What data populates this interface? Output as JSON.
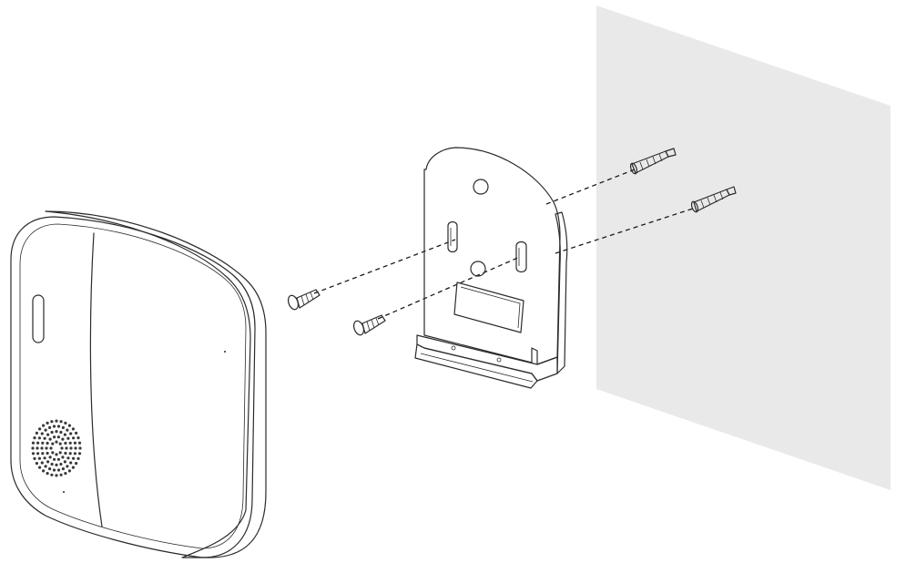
{
  "diagram": {
    "type": "exploded-assembly",
    "colors": {
      "wall": "#e9e9e9",
      "line": "#2b2b2b",
      "fill": "#ffffff",
      "guide": "#1a1a1a"
    },
    "parts": [
      {
        "name": "device",
        "icon": "rounded-square-device-with-speaker-grille"
      },
      {
        "name": "screw",
        "count": 2,
        "icon": "screw"
      },
      {
        "name": "mounting-bracket",
        "icon": "bracket-plate"
      },
      {
        "name": "wall-anchor",
        "count": 2,
        "icon": "wall-plug"
      },
      {
        "name": "wall",
        "icon": "wall-panel"
      }
    ]
  }
}
